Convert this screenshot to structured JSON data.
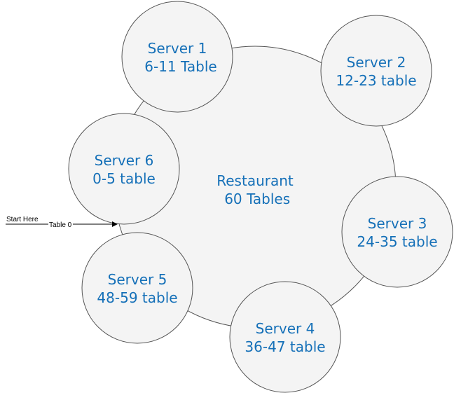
{
  "center": {
    "line1": "Restaurant",
    "line2": " 60 Tables"
  },
  "servers": [
    {
      "line1": "Server 1",
      "line2": "6-11 Table"
    },
    {
      "line1": "Server 2",
      "line2": "12-23 table"
    },
    {
      "line1": "Server 3",
      "line2": "24-35 table"
    },
    {
      "line1": "Server 4",
      "line2": "36-47 table"
    },
    {
      "line1": "Server 5",
      "line2": "48-59 table"
    },
    {
      "line1": "Server 6",
      "line2": "0-5 table"
    }
  ],
  "start": {
    "label": "Start Here",
    "edge_label": "Table 0"
  },
  "colors": {
    "text": "#1570b8",
    "fill": "#f4f4f4",
    "stroke": "#555555"
  }
}
